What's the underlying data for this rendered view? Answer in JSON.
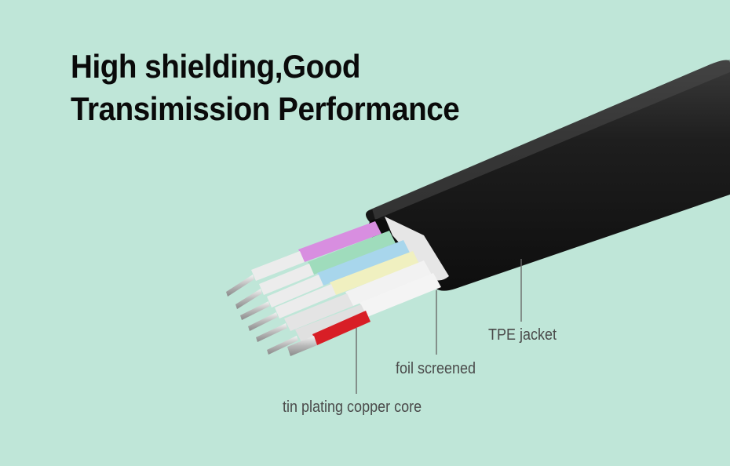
{
  "headline": {
    "line1": "High shielding,Good",
    "line2": "Transimission Performance"
  },
  "callouts": {
    "jacket": "TPE jacket",
    "foil": "foil screened",
    "core": "tin plating copper core"
  },
  "colors": {
    "background": "#bfe6d8",
    "jacket": "#1a1a1a",
    "leader_line": "#6a6a6a",
    "wire_purple": "#d88ee0",
    "wire_green": "#9fdcbc",
    "wire_blue": "#a8d6ec",
    "wire_yellow": "#f0f0c0",
    "wire_white": "#f2f2f2",
    "wire_red": "#d81e26",
    "copper_tin": "#cfcfcf"
  },
  "illustration": "flat-network-cable"
}
